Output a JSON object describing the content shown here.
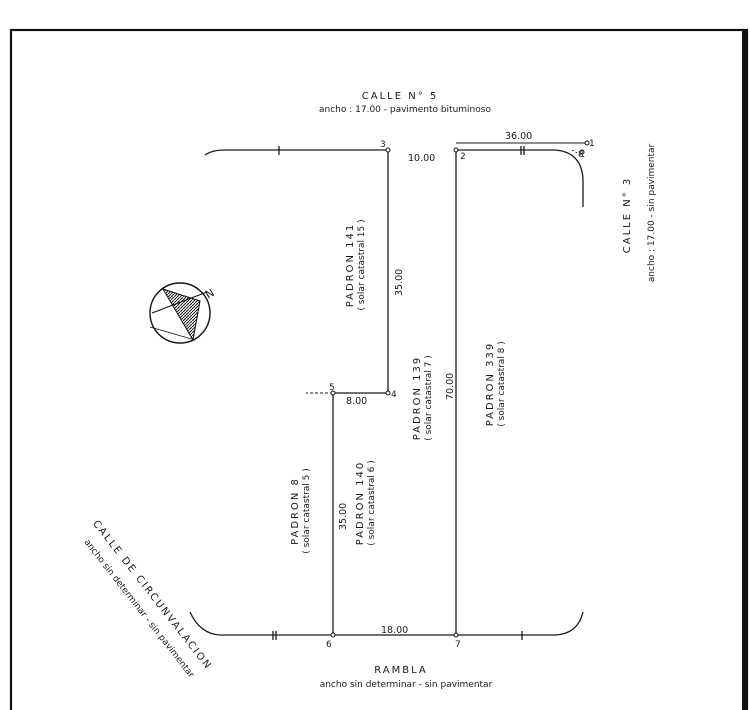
{
  "streets": {
    "north": {
      "name": "CALLE  N° 5",
      "desc": "ancho : 17.00  -  pavimento  bituminoso"
    },
    "east": {
      "name": "CALLE  N° 3",
      "desc": "ancho : 17.00 -  sin  pavimentar"
    },
    "southwest": {
      "name": "CALLE  DE  CIRCUNVALACION",
      "desc": "ancho sin  determinar  -  sin  pavimentar"
    },
    "south": {
      "name": "RAMBLA",
      "desc": "ancho sin  determinar  -  sin  pavimentar"
    }
  },
  "parcels": [
    {
      "padron": "PADRON  141",
      "solar": "( solar catastral 15 )"
    },
    {
      "padron": "PADRON  139",
      "solar": "( solar catastral 7 )"
    },
    {
      "padron": "PADRON  339",
      "solar": "( solar catastral 8 )"
    },
    {
      "padron": "PADRON  8",
      "solar": "( solar catastral 5 )"
    },
    {
      "padron": "PADRON  140",
      "solar": "( solar catastral 6 )"
    }
  ],
  "dimensions": {
    "d_top_right": "36.00",
    "d_2_3": "10.00",
    "d_3_4": "35.00",
    "d_4_5": "8.00",
    "d_2_7": "70.00",
    "d_5_6": "35.00",
    "d_6_7": "18.00"
  },
  "points": [
    "1",
    "2",
    "3",
    "4",
    "5",
    "6",
    "7",
    "8"
  ],
  "north_arrow": {
    "label": "N"
  }
}
